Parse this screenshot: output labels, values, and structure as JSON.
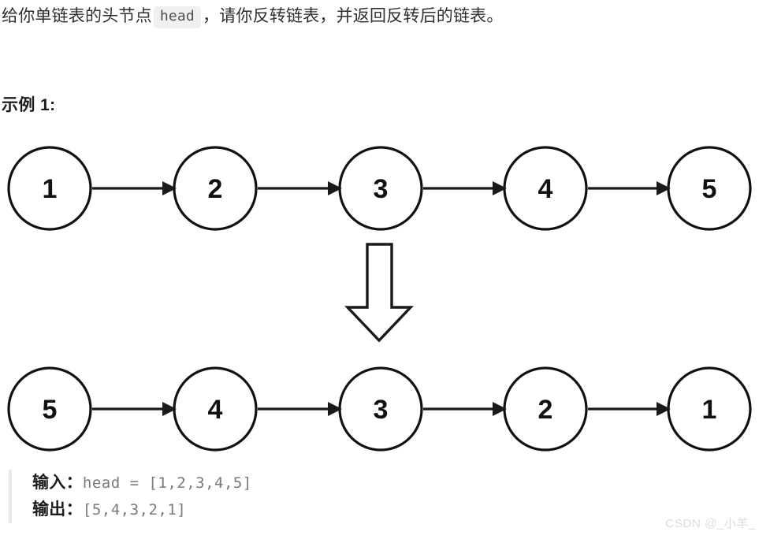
{
  "statement": {
    "part1": "给你单链表的头节点",
    "code": "head",
    "part2": "，请你反转链表，并返回反转后的链表。"
  },
  "example_heading": "示例 1:",
  "figure": {
    "top_row": {
      "nodes": [
        "1",
        "2",
        "3",
        "4",
        "5"
      ],
      "arrow_count": 4
    },
    "transition_icon": "down-block-arrow",
    "bottom_row": {
      "nodes": [
        "5",
        "4",
        "3",
        "2",
        "1"
      ],
      "arrow_count": 4
    },
    "colors": {
      "node_fill": "#ffffff",
      "node_stroke": "#111111",
      "link": "#1a1a1a"
    }
  },
  "io": {
    "input_label": "输入：",
    "input_value": "head = [1,2,3,4,5]",
    "output_label": "输出：",
    "output_value": "[5,4,3,2,1]",
    "accent_bar_color": "#e9e9e9"
  },
  "watermark": "CSDN @_小羊_"
}
